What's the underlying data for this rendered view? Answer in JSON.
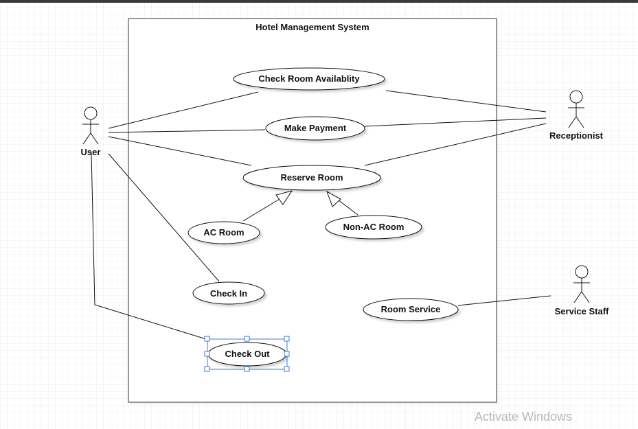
{
  "system": {
    "title": "Hotel Management System"
  },
  "actors": {
    "user": "User",
    "receptionist": "Receptionist",
    "service_staff": "Service Staff"
  },
  "use_cases": {
    "check_room": "Check Room Availablity",
    "make_payment": "Make Payment",
    "reserve_room": "Reserve Room",
    "ac_room": "AC Room",
    "non_ac_room": "Non-AC Room",
    "check_in": "Check In",
    "room_service": "Room Service",
    "check_out": "Check Out"
  },
  "selection": {
    "selected": "check_out",
    "color": "#3b7bd4"
  },
  "watermark": "Activate Windows"
}
